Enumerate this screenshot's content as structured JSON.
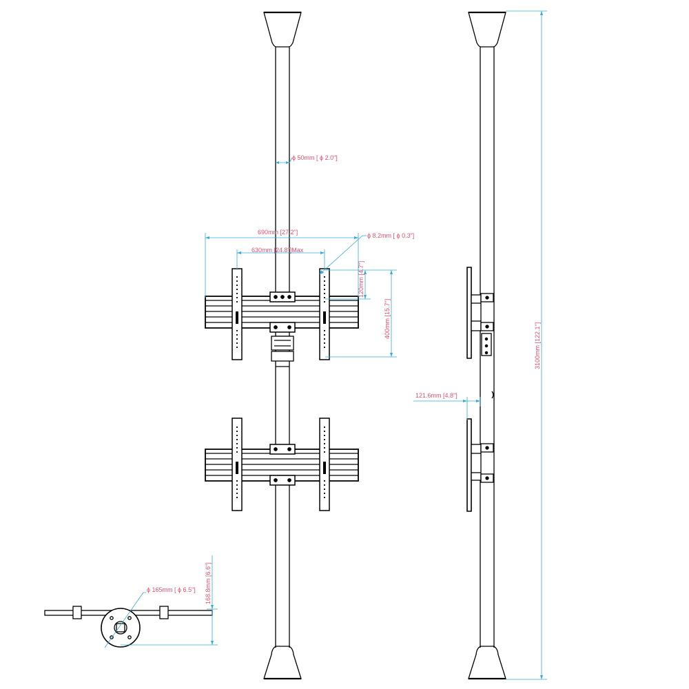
{
  "colors": {
    "line": "#000000",
    "dimension_line": "#33aadd",
    "dimension_text": "#e0506e"
  },
  "labels": {
    "pole_diameter": "ϕ 50mm [ ϕ 2.0\"]",
    "overall_width": "690mm [27.2\"]",
    "hole_diameter": "ϕ 8.2mm [ ϕ 0.3\"]",
    "max_vesa_width": "630mm [24.8\"]Max",
    "vesa_120": "120mm [4.7\"]",
    "vesa_400": "400mm [15.7\"]",
    "total_height": "3100mm [122.1\"]",
    "depth": "121.6mm [4.8\"]",
    "base_diameter": "ϕ 165mm [ ϕ 6.5\"]",
    "base_height": "168.8mm [6.6\"]"
  }
}
